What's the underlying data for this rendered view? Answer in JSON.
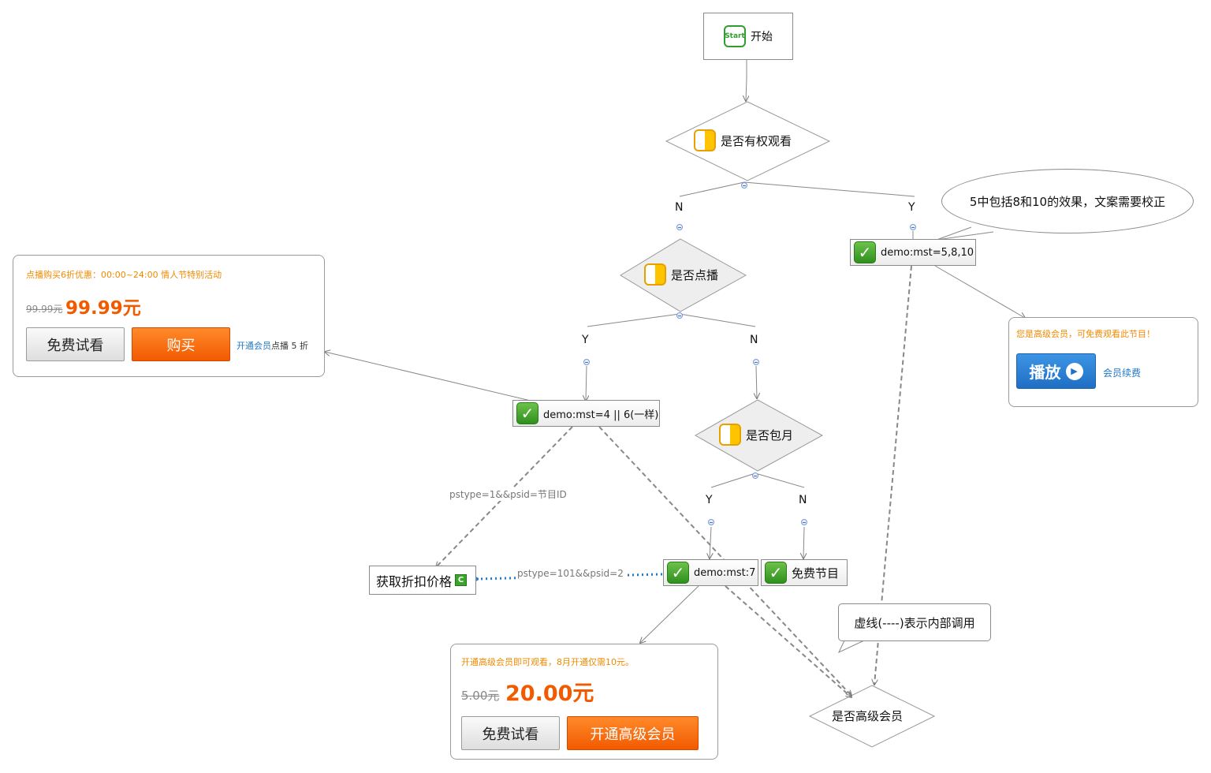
{
  "start": {
    "icon": "start-icon",
    "icon_text": "Start",
    "label": "开始"
  },
  "decisions": {
    "watch_permission": "是否有权观看",
    "on_demand": "是否点播",
    "monthly": "是否包月",
    "premium_member": "是否高级会员"
  },
  "branches": {
    "yes": "Y",
    "no": "N"
  },
  "actions": {
    "mst_5810": "demo:mst=5,8,10",
    "mst_46": "demo:mst=4 || 6(一样)",
    "mst_7": "demo:mst:7",
    "free_program": "免费节目",
    "get_discount": "获取折扣价格",
    "get_discount_badge": "C"
  },
  "edge_labels": {
    "pstype1": "pstype=1&&psid=节目ID",
    "pstype101": "pstype=101&&psid=2"
  },
  "callouts": {
    "mst5810_note": "5中包括8和10的效果，文案需要校正",
    "dashed_note": "虚线(----)表示内部调用"
  },
  "card_ondemand": {
    "promo": "点播购买6折优惠：00:00~24:00 情人节特别活动",
    "old_price": "99.99元",
    "new_price": "99.99元",
    "trial_button": "免费试看",
    "buy_button": "购买",
    "link_text": "开通会员",
    "suffix_text": "点播 5 折"
  },
  "card_premium": {
    "promo": "开通高级会员即可观看，8月开通仅需10元。",
    "old_price": "5.00元",
    "new_price": "20.00元",
    "trial_button": "免费试看",
    "open_button": "开通高级会员"
  },
  "card_member": {
    "promo": "您是高级会员，可免费观看此节目！",
    "play_button": "播放",
    "renew_link": "会员续费"
  },
  "colors": {
    "orange": "#f25a00",
    "promo_orange": "#f08a00",
    "blue_button": "#2a7fd4",
    "link_blue": "#1f78c8",
    "dotted_blue": "#1f78c8",
    "check_green": "#3aa52a",
    "icon_yellow": "#ffc400"
  }
}
